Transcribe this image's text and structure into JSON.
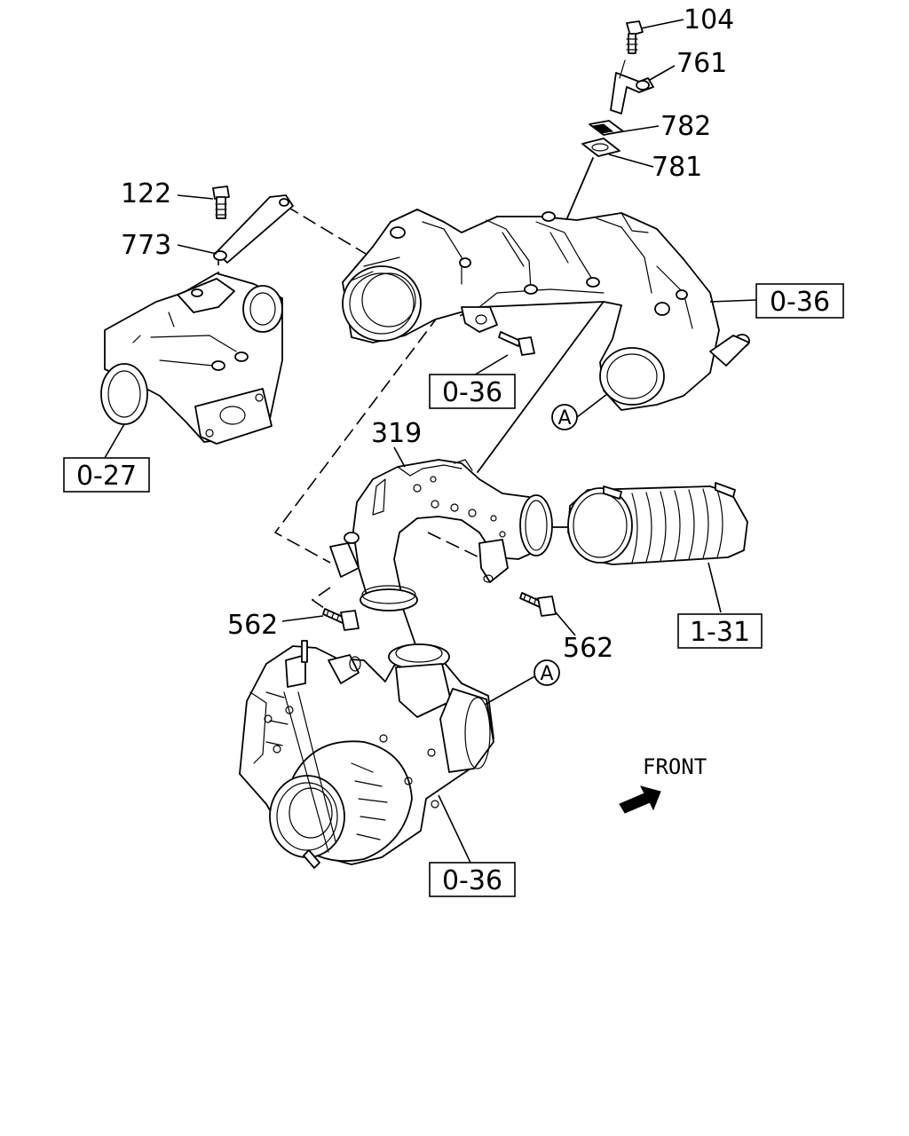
{
  "part_numbers": {
    "p104": "104",
    "p761": "761",
    "p782": "782",
    "p781": "781",
    "p122": "122",
    "p773": "773",
    "p319": "319",
    "p562_left": "562",
    "p562_right": "562"
  },
  "section_refs": {
    "ref_manifold_right": "0-36",
    "ref_manifold_mid": "0-36",
    "ref_throttle": "0-27",
    "ref_hose": "1-31",
    "ref_turbo": "0-36"
  },
  "callouts": {
    "a_top": "A",
    "a_bottom": "A"
  },
  "direction_label": "FRONT"
}
